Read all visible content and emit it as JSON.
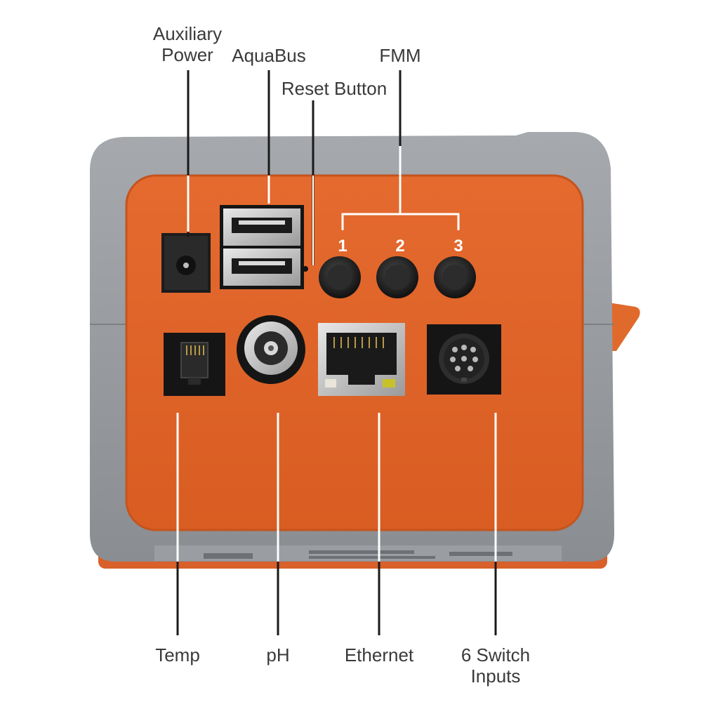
{
  "labels": {
    "aux_power_line1": "Auxiliary",
    "aux_power_line2": "Power",
    "aquabus": "AquaBus",
    "reset_button": "Reset Button",
    "fmm": "FMM",
    "temp": "Temp",
    "ph": "pH",
    "ethernet": "Ethernet",
    "switch_line1": "6 Switch",
    "switch_line2": "Inputs"
  },
  "fmm_ports": [
    "1",
    "2",
    "3"
  ],
  "colors": {
    "housing_gray": "#8f9397",
    "panel_orange": "#e2672c",
    "connector_black": "#1c1c1c",
    "leader_line": "#1a1a1a",
    "callout_white": "#ffffff"
  }
}
